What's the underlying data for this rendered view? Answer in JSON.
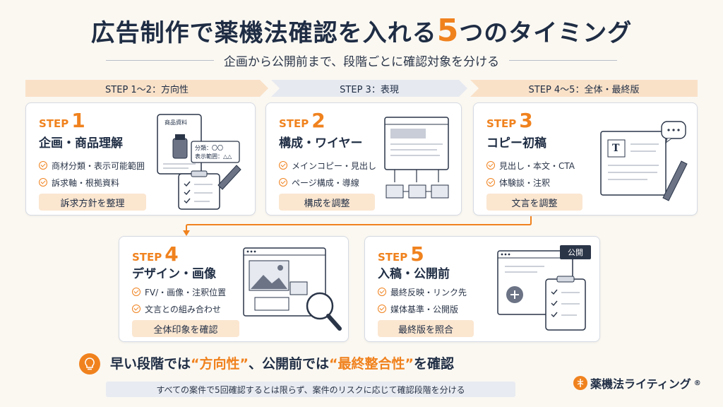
{
  "title": {
    "main": "広告制作で薬機法確認を入れる",
    "number": "5",
    "suffix": "つのタイミング"
  },
  "subtitle": "企画から公開前まで、段階ごとに確認対象を分ける",
  "step_bars": [
    "STEP 1〜2：方向性",
    "STEP 3：表現",
    "STEP 4〜5：全体・最終版"
  ],
  "cards": [
    {
      "step_word": "STEP",
      "step_num": "1",
      "title": "企画・商品理解",
      "items": [
        "商材分類・表示可能範囲",
        "訴求軸・根拠資料"
      ],
      "pill": "訴求方針を整理",
      "doc_label": "商品資料",
      "tag_line1": "分類：〇〇",
      "tag_line2": "表示範囲：△△"
    },
    {
      "step_word": "STEP",
      "step_num": "2",
      "title": "構成・ワイヤー",
      "items": [
        "メインコピー・見出し",
        "ページ構成・導線"
      ],
      "pill": "構成を調整"
    },
    {
      "step_word": "STEP",
      "step_num": "3",
      "title": "コピー初稿",
      "items": [
        "見出し・本文・CTA",
        "体験談・注釈"
      ],
      "pill": "文言を調整",
      "doc_icon": "T"
    },
    {
      "step_word": "STEP",
      "step_num": "4",
      "title": "デザイン・画像",
      "items": [
        "FV/・画像・注釈位置",
        "文言との組み合わせ"
      ],
      "pill": "全体印象を確認"
    },
    {
      "step_word": "STEP",
      "step_num": "5",
      "title": "入稿・公開前",
      "items": [
        "最終反映・リンク先",
        "媒体基準・公開版"
      ],
      "pill": "最終版を照合",
      "badge": "公開"
    }
  ],
  "tip": {
    "part1": "早い段階では",
    "hl1": "“方向性”",
    "part2": "、公開前では",
    "hl2": "“最終整合性”",
    "part3": "を確認"
  },
  "note": "すべての案件で5回確認するとは限らず、案件のリスクに応じて確認段階を分ける",
  "brand": {
    "name": "薬機法ライティング",
    "mark": "®"
  },
  "colors": {
    "accent": "#f0821e",
    "navy": "#1f2d44",
    "background": "#fbf8f2"
  }
}
